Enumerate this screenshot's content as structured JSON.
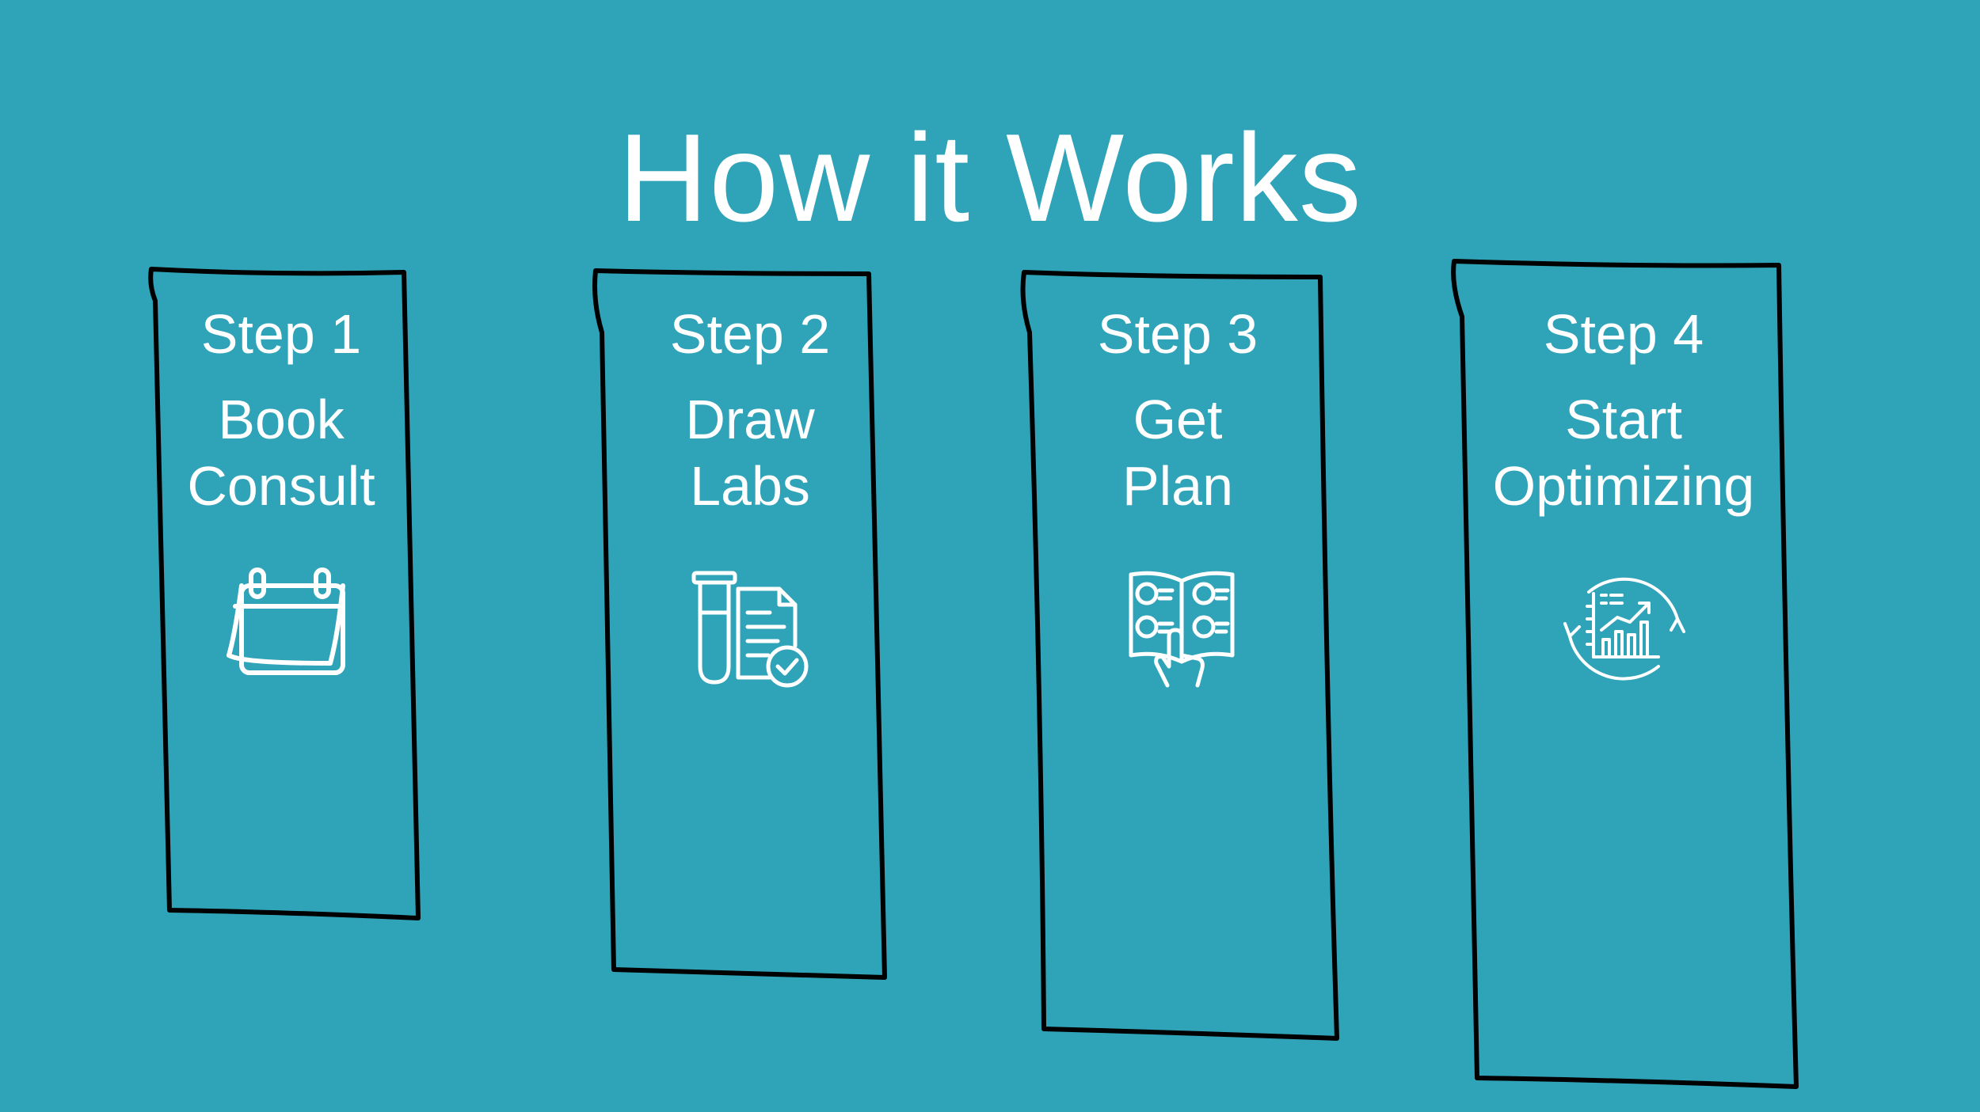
{
  "title": "How it Works",
  "colors": {
    "background": "#2fa3b8",
    "text": "#ffffff",
    "frame": "#000000"
  },
  "steps": [
    {
      "label": "Step 1",
      "name_lines": [
        "Book",
        "Consult"
      ],
      "icon": "calendar-icon"
    },
    {
      "label": "Step 2",
      "name_lines": [
        "Draw",
        "Labs"
      ],
      "icon": "lab-test-icon"
    },
    {
      "label": "Step 3",
      "name_lines": [
        "Get",
        "Plan"
      ],
      "icon": "plan-booklet-icon"
    },
    {
      "label": "Step 4",
      "name_lines": [
        "Start",
        "Optimizing"
      ],
      "icon": "growth-chart-icon"
    }
  ]
}
